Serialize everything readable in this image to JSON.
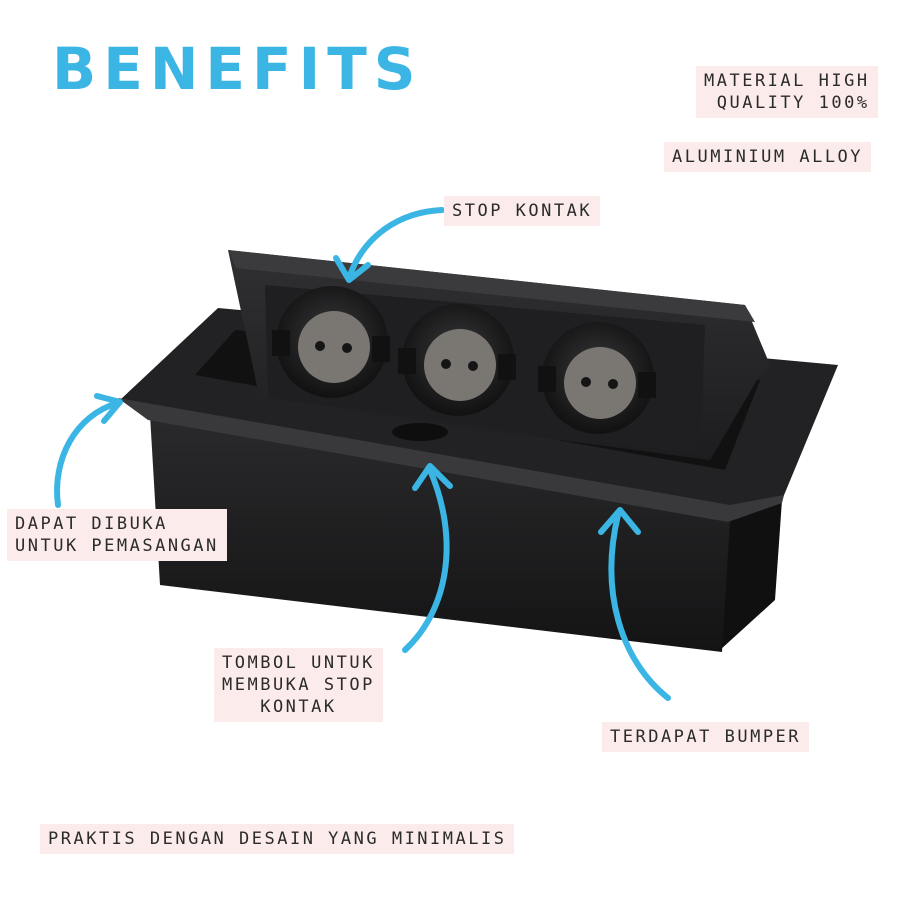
{
  "title": "BENEFITS",
  "labels": {
    "material": [
      "MATERIAL HIGH",
      "QUALITY 100%"
    ],
    "alloy": "ALUMINIUM ALLOY",
    "stop_kontak": "STOP KONTAK",
    "dapat_dibuka": [
      "DAPAT DIBUKA",
      "UNTUK PEMASANGAN"
    ],
    "tombol": [
      "TOMBOL UNTUK",
      "MEMBUKA STOP",
      "KONTAK"
    ],
    "bumper": "TERDAPAT BUMPER",
    "praktis": "PRAKTIS DENGAN DESAIN YANG MINIMALIS"
  },
  "colors": {
    "accent": "#3bb6e4",
    "label_bg": "#fbeceb",
    "product": "#1c1c1e"
  }
}
